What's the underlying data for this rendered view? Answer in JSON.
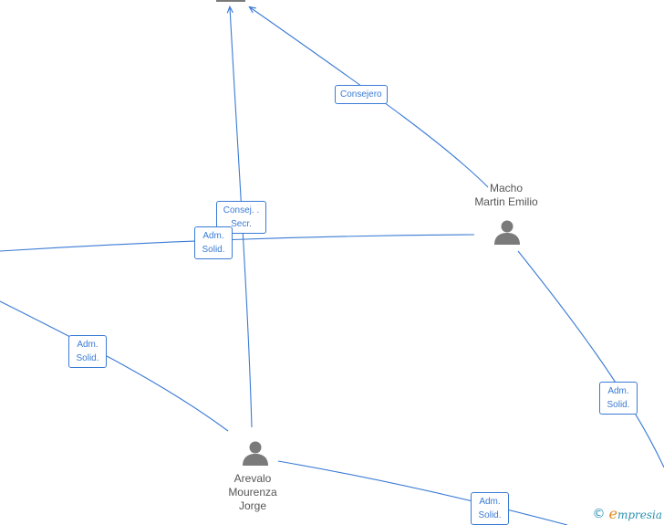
{
  "colors": {
    "edge": "#3a7bd5",
    "node": "#7a7a7a",
    "text": "#555555",
    "brand": "#2a8fb0",
    "brand_accent": "#e08a1e"
  },
  "nodes": {
    "top": {
      "icon": "building-icon"
    },
    "macho": {
      "line1": "Macho",
      "line2": "Martin Emilio",
      "icon": "person-icon"
    },
    "arevalo": {
      "line1": "Arevalo",
      "line2": "Mourenza",
      "line3": "Jorge",
      "icon": "person-icon"
    }
  },
  "edges": {
    "consejero": {
      "line1": "Consejero"
    },
    "consej_secr": {
      "line1": "Consej. .",
      "line2": "Secr."
    },
    "adm_solid_center": {
      "line1": "Adm.",
      "line2": "Solid."
    },
    "adm_solid_left": {
      "line1": "Adm.",
      "line2": "Solid."
    },
    "adm_solid_right": {
      "line1": "Adm.",
      "line2": "Solid."
    },
    "adm_solid_bottom": {
      "line1": "Adm.",
      "line2": "Solid."
    }
  },
  "watermark": {
    "symbol": "©",
    "brand_initial": "e",
    "brand_rest": "mpresia"
  }
}
